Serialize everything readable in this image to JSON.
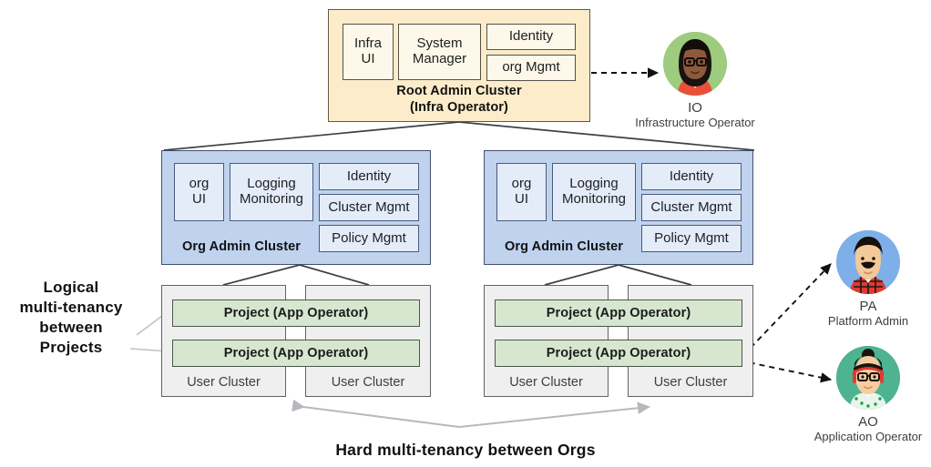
{
  "diagram": {
    "title_bottom": "Hard multi-tenancy between Orgs",
    "side_label": "Logical\nmulti-tenancy\nbetween\nProjects",
    "side_label_lines": [
      "Logical",
      "multi-tenancy",
      "between",
      "Projects"
    ],
    "root_cluster": {
      "caption_line1": "Root Admin Cluster",
      "caption_line2": "(Infra Operator)",
      "tiles": [
        {
          "name": "infra-ui",
          "lines": [
            "Infra",
            "UI"
          ]
        },
        {
          "name": "system-manager",
          "lines": [
            "System",
            "Manager"
          ]
        },
        {
          "name": "identity",
          "lines": [
            "Identity"
          ]
        },
        {
          "name": "org-mgmt",
          "lines": [
            "org Mgmt"
          ]
        }
      ]
    },
    "org_clusters": [
      {
        "id": "org-left",
        "caption": "Org Admin Cluster",
        "tiles": [
          {
            "name": "org-ui",
            "lines": [
              "org",
              "UI"
            ]
          },
          {
            "name": "logging-monitoring",
            "lines": [
              "Logging",
              "Monitoring"
            ]
          },
          {
            "name": "identity",
            "lines": [
              "Identity"
            ]
          },
          {
            "name": "cluster-mgmt",
            "lines": [
              "Cluster Mgmt"
            ]
          },
          {
            "name": "policy-mgmt",
            "lines": [
              "Policy Mgmt"
            ]
          }
        ],
        "projects": [
          "Project (App Operator)",
          "Project (App Operator)"
        ],
        "user_clusters": [
          "User Cluster",
          "User Cluster"
        ]
      },
      {
        "id": "org-right",
        "caption": "Org Admin Cluster",
        "tiles": [
          {
            "name": "org-ui",
            "lines": [
              "org",
              "UI"
            ]
          },
          {
            "name": "logging-monitoring",
            "lines": [
              "Logging",
              "Monitoring"
            ]
          },
          {
            "name": "identity",
            "lines": [
              "Identity"
            ]
          },
          {
            "name": "cluster-mgmt",
            "lines": [
              "Cluster Mgmt"
            ]
          },
          {
            "name": "policy-mgmt",
            "lines": [
              "Policy Mgmt"
            ]
          }
        ],
        "projects": [
          "Project (App Operator)",
          "Project  (App Operator)"
        ],
        "user_clusters": [
          "User Cluster",
          "User Cluster"
        ]
      }
    ],
    "personas": [
      {
        "id": "io",
        "initials": "IO",
        "role": "Infrastructure Operator",
        "circle_color": "#9dcc7f"
      },
      {
        "id": "pa",
        "initials": "PA",
        "role": "Platform Admin",
        "circle_color": "#7fafe8"
      },
      {
        "id": "ao",
        "initials": "AO",
        "role": "Application Operator",
        "circle_color": "#4db391"
      }
    ],
    "colors": {
      "root_fill": "#fcecc9",
      "org_fill": "#bfd2ee",
      "user_cluster_fill": "#efefef",
      "project_fill": "#d7e7cf",
      "line": "#3c4043",
      "thin_arrow": "#bdc1c6"
    }
  }
}
